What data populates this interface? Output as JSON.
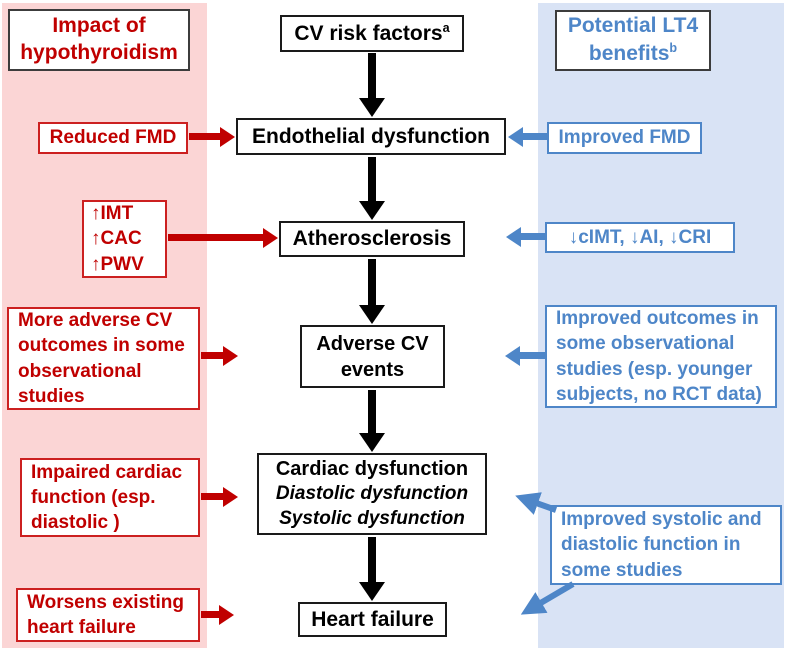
{
  "title": "Cardiovascular effects of hypothyroidism flowchart",
  "colors": {
    "red": "#C00000",
    "red_border": "#CC2020",
    "blue": "#4E86C8",
    "pink_bg": "#FBD5D5",
    "blue_bg": "#D9E3F5",
    "black": "#000000"
  },
  "left_column": {
    "header": "Impact of hypothyroidism",
    "boxes": [
      {
        "text": "Reduced FMD"
      },
      {
        "lines": [
          "↑IMT",
          "↑CAC",
          "↑PWV"
        ]
      },
      {
        "text": "More adverse CV outcomes in some observational studies"
      },
      {
        "text": "Impaired cardiac function (esp. diastolic )"
      },
      {
        "text": "Worsens existing heart failure"
      }
    ]
  },
  "center_flow": {
    "nodes": [
      {
        "label": "CV risk factors",
        "sup": "a"
      },
      {
        "label": "Endothelial dysfunction"
      },
      {
        "label": "Atherosclerosis"
      },
      {
        "label": "Adverse CV events"
      },
      {
        "label": "Cardiac dysfunction",
        "sublines": [
          "Diastolic dysfunction",
          "Systolic dysfunction"
        ]
      },
      {
        "label": "Heart failure"
      }
    ]
  },
  "right_column": {
    "header": "Potential LT4 benefits",
    "header_sup": "b",
    "boxes": [
      {
        "text": "Improved FMD"
      },
      {
        "text": "↓cIMT, ↓AI, ↓CRI"
      },
      {
        "text": "Improved outcomes in some observational studies (esp. younger subjects, no RCT data)"
      },
      {
        "text": "Improved systolic and diastolic function in some studies"
      }
    ]
  }
}
